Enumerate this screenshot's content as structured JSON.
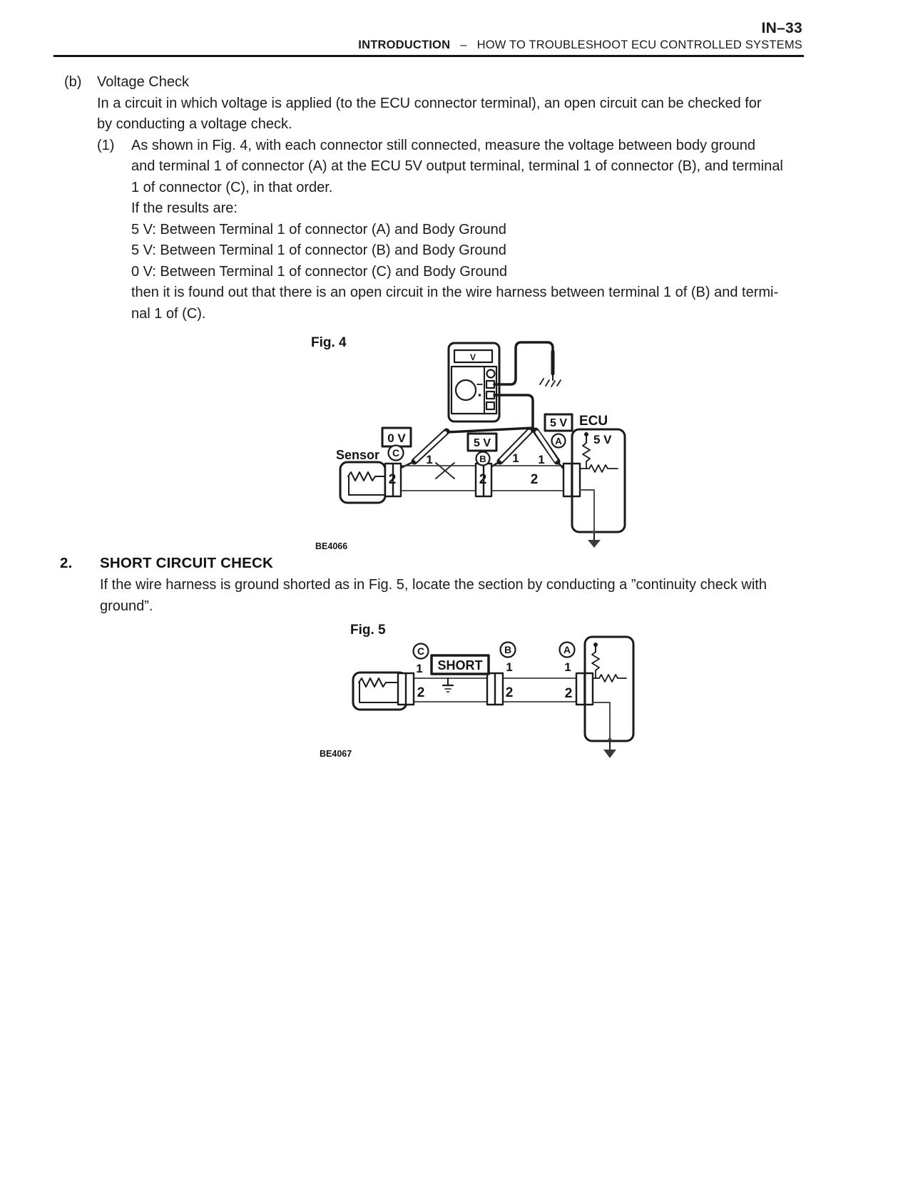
{
  "page": {
    "number": "IN–33",
    "header": {
      "section": "INTRODUCTION",
      "separator": "–",
      "title": "HOW TO TROUBLESHOOT ECU CONTROLLED SYSTEMS"
    }
  },
  "voltage_check": {
    "label": "(b)",
    "title": "Voltage Check",
    "intro_lines": [
      "In a circuit in which voltage is applied (to the ECU connector terminal), an open circuit can be checked for",
      "by conducting a voltage check."
    ],
    "step": {
      "label": "(1)",
      "lines": [
        "As shown in Fig. 4, with each connector still connected, measure the voltage between body ground",
        "and terminal 1 of connector (A) at the ECU 5V output terminal, terminal 1 of connector (B), and terminal",
        "1 of connector (C), in that order.",
        "If the results are:",
        "5 V: Between Terminal 1 of connector (A) and Body Ground",
        "5 V: Between Terminal 1 of connector (B) and Body Ground",
        "0 V: Between Terminal 1 of connector (C) and Body Ground",
        "then it is found out that there is an open circuit in the wire harness between terminal 1 of (B) and termi-",
        "nal 1 of (C)."
      ]
    }
  },
  "fig4": {
    "caption": "Fig. 4",
    "code": "BE4066",
    "labels": {
      "meter_display": "V",
      "volt_c": "0 V",
      "sensor": "Sensor",
      "conn_c": "C",
      "volt_b": "5 V",
      "conn_b": "B",
      "volt_a": "5 V",
      "conn_a": "A",
      "ecu": "ECU",
      "ecu_5v": "5 V",
      "t1": "1",
      "t2": "2"
    }
  },
  "short_circuit_check": {
    "number": "2.",
    "title": "SHORT CIRCUIT CHECK",
    "lines": [
      "If the wire harness is ground shorted as in Fig. 5, locate the section by conducting a ”continuity check with",
      "ground”."
    ]
  },
  "fig5": {
    "caption": "Fig. 5",
    "code": "BE4067",
    "labels": {
      "conn_c": "C",
      "short": "SHORT",
      "conn_b": "B",
      "conn_a": "A",
      "t1": "1",
      "t2": "2"
    }
  }
}
